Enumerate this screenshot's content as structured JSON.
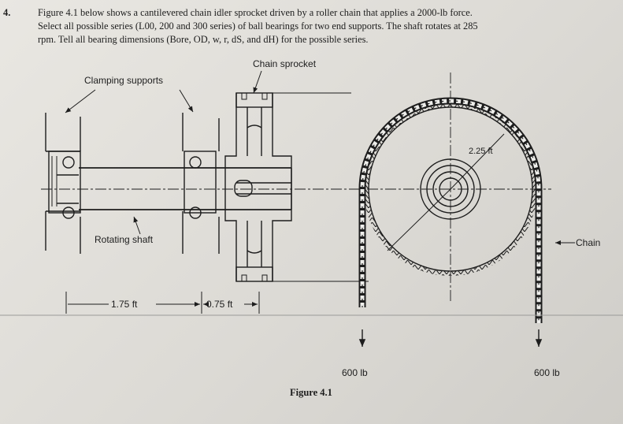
{
  "problem": {
    "number": "4.",
    "lines": [
      "Figure 4.1 below shows a cantilevered chain idler sprocket driven by a roller chain that applies a 2000-lb force.",
      "Select all possible series (L00, 200 and 300 series) of ball bearings for two end supports. The shaft rotates at 285",
      "rpm. Tell all bearing dimensions (Bore, OD, w, r, dS, and dH) for the possible series."
    ]
  },
  "figure": {
    "labels": {
      "chain_sprocket": "Chain sprocket",
      "clamping_supports": "Clamping supports",
      "rotating_shaft": "Rotating shaft",
      "chain": "Chain",
      "radius": "2.25 ft",
      "dim_left": "1.75 ft",
      "dim_right": "0.75 ft",
      "load_left": "600 lb",
      "load_right": "600 lb"
    },
    "caption": "Figure 4.1"
  }
}
